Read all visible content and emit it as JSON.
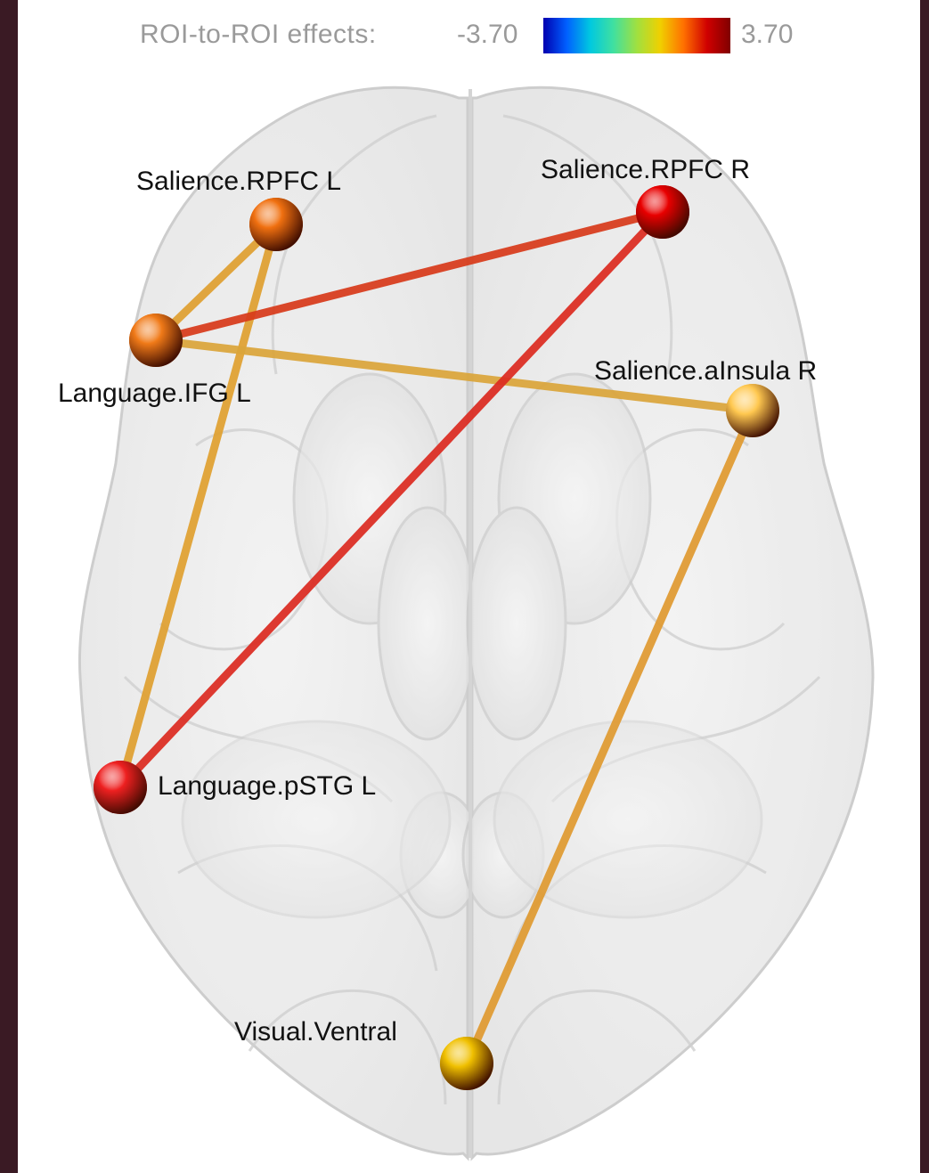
{
  "legend": {
    "title": "ROI-to-ROI effects:",
    "min_label": "-3.70",
    "max_label": "3.70",
    "colormap": "jet"
  },
  "nodes": [
    {
      "id": "salience-rpfc-l",
      "label": "Salience.RPFC L",
      "color": "#f07010"
    },
    {
      "id": "salience-rpfc-r",
      "label": "Salience.RPFC R",
      "color": "#e80000"
    },
    {
      "id": "language-ifg-l",
      "label": "Language.IFG L",
      "color": "#f07a18"
    },
    {
      "id": "salience-ainsula-r",
      "label": "Salience.aInsula R",
      "color": "#ffc850"
    },
    {
      "id": "language-pstg-l",
      "label": "Language.pSTG L",
      "color": "#ee2020"
    },
    {
      "id": "visual-ventral",
      "label": "Visual.Ventral",
      "color": "#f0c000"
    }
  ],
  "edges": [
    {
      "from": "salience-rpfc-l",
      "to": "language-ifg-l",
      "color": "#e0a030"
    },
    {
      "from": "salience-rpfc-l",
      "to": "language-pstg-l",
      "color": "#e0a030"
    },
    {
      "from": "language-ifg-l",
      "to": "salience-rpfc-r",
      "color": "#d83a1a"
    },
    {
      "from": "language-ifg-l",
      "to": "salience-ainsula-r",
      "color": "#dba53a"
    },
    {
      "from": "salience-rpfc-r",
      "to": "language-pstg-l",
      "color": "#dc2a20"
    },
    {
      "from": "salience-ainsula-r",
      "to": "visual-ventral",
      "color": "#e09a30"
    }
  ]
}
